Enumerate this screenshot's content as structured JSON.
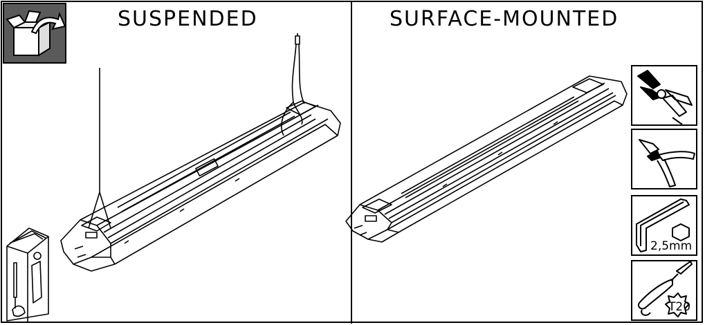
{
  "panels": {
    "left_title": "SUSPENDED",
    "right_title": "SURFACE-MOUNTED"
  },
  "tools": {
    "hex_key_label": "2,5mm",
    "torx_label": "T20"
  },
  "icons": [
    "unbox-icon",
    "manual-icon",
    "pliers-icon",
    "wire-cutter-icon",
    "hex-key-icon",
    "torx-screwdriver-icon"
  ],
  "colors": {
    "line": "#000000",
    "box_bg": "#5a5a5a"
  }
}
